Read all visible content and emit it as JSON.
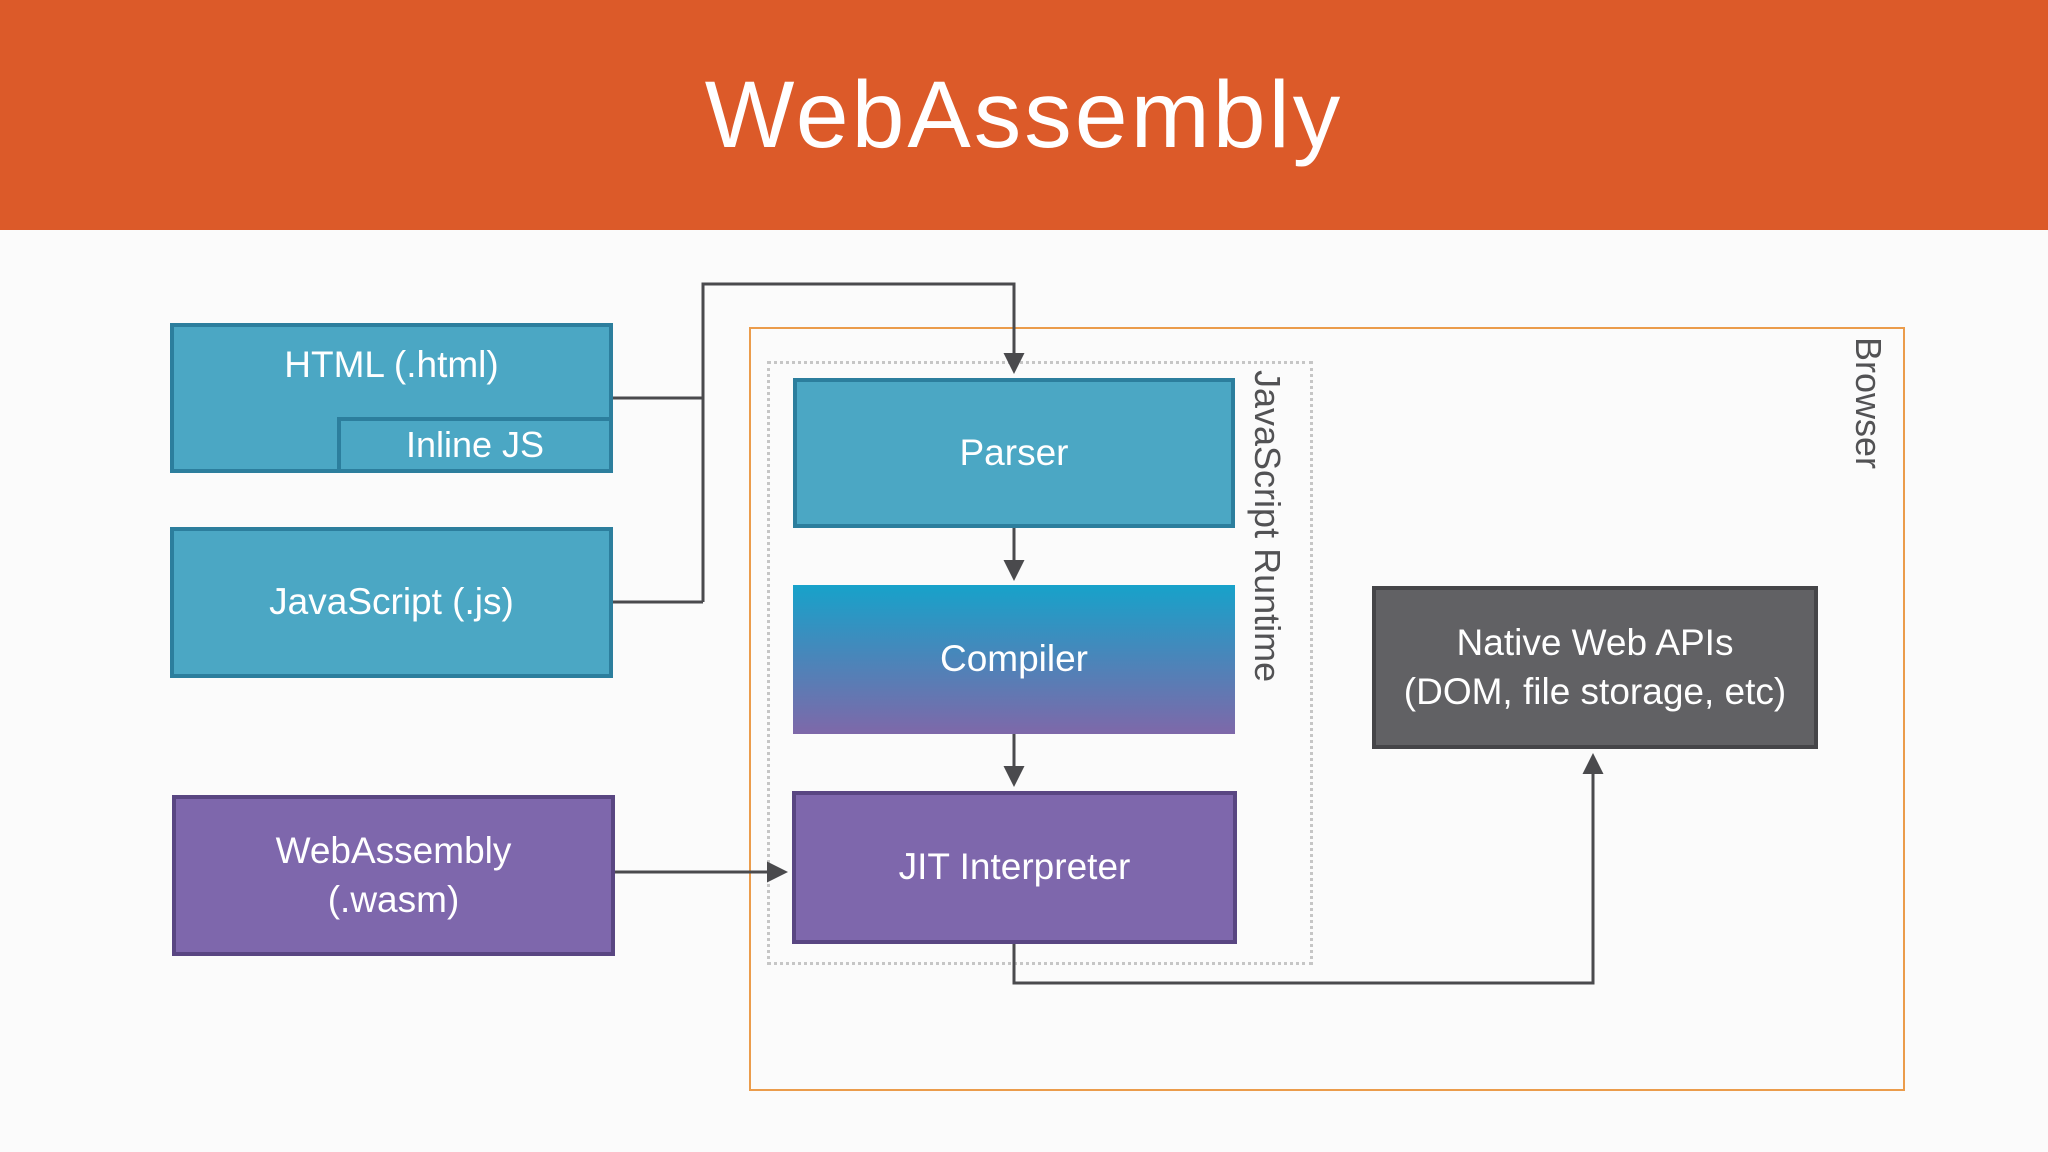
{
  "title": "WebAssembly",
  "colors": {
    "header_bg": "#DC5A29",
    "box_teal": "#4BA7C4",
    "teal_border": "#2C7E9D",
    "box_purple": "#7E67AC",
    "purple_border": "#594682",
    "gradient_top": "#17A2CA",
    "gradient_bottom": "#7E68A9",
    "box_gray": "#616164",
    "gray_border": "#454548",
    "browser_border": "#EB9C4B",
    "runtime_border": "#C6C6C6",
    "connector": "#4A4A4D",
    "rotated_label": "#525254",
    "background": "#FBFBFB",
    "label_text": "#FFFFFF"
  },
  "boxes": {
    "html": {
      "label": "HTML (.html)"
    },
    "inline_js": {
      "label": "Inline JS"
    },
    "javascript": {
      "label": "JavaScript (.js)"
    },
    "wasm": {
      "lines": [
        "WebAssembly",
        "(.wasm)"
      ]
    },
    "parser": {
      "label": "Parser"
    },
    "compiler": {
      "label": "Compiler"
    },
    "jit": {
      "label": "JIT Interpreter"
    },
    "native_web_apis": {
      "lines": [
        "Native Web APIs",
        "(DOM, file storage, etc)"
      ]
    },
    "browser": {
      "label": "Browser"
    },
    "javascript_runtime": {
      "label": "JavaScript Runtime"
    }
  }
}
